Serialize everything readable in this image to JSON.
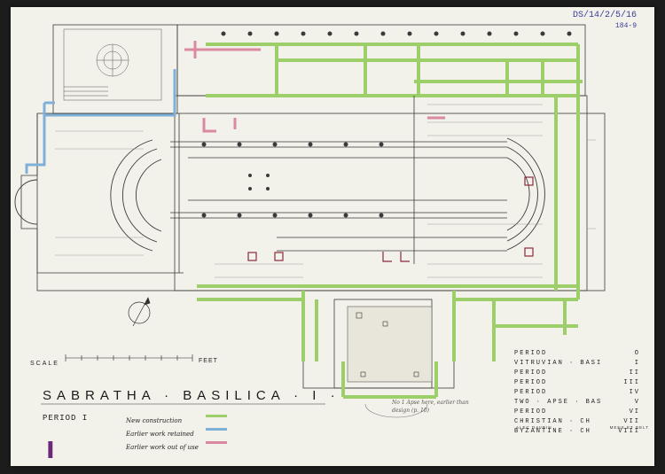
{
  "reference": {
    "main": "DS/14/2/5/16",
    "sub": "184-9"
  },
  "title": "SABRATHA · BASILICA · I ·",
  "scale_label": "SCALE",
  "scale_end": "FEET",
  "period_label": "PERIOD I",
  "legend": [
    {
      "label": "New construction",
      "color": "#9ccf6a"
    },
    {
      "label": "Earlier work retained",
      "color": "#7fb0d8"
    },
    {
      "label": "Earlier work out of use",
      "color": "#d98aa0"
    }
  ],
  "periods": [
    {
      "name": "PERIOD",
      "num": "O"
    },
    {
      "name": "VITRUVIAN · BASI",
      "num": "I"
    },
    {
      "name": "PERIOD",
      "num": "II"
    },
    {
      "name": "PERIOD",
      "num": "III"
    },
    {
      "name": "PERIOD",
      "num": "IV"
    },
    {
      "name": "TWO · APSE · BAS",
      "num": "V"
    },
    {
      "name": "PERIOD",
      "num": "VI"
    },
    {
      "name": "CHRISTIAN · CH",
      "num": "VII"
    },
    {
      "name": "BYZANTINE · CH",
      "num": "VIII"
    }
  ],
  "credits": {
    "left": "ALEC DAVRIN",
    "right": "MENS ET DELT"
  },
  "note": "No 1 Apse here, earlier than design (p. 10)",
  "big_numeral": "I",
  "colors": {
    "paper": "#f3f2ea",
    "ink": "#3a3a3a",
    "green": "#9ccf6a",
    "blue": "#7fb0d8",
    "pink": "#d98aa0",
    "purple": "#6a2a7a"
  }
}
